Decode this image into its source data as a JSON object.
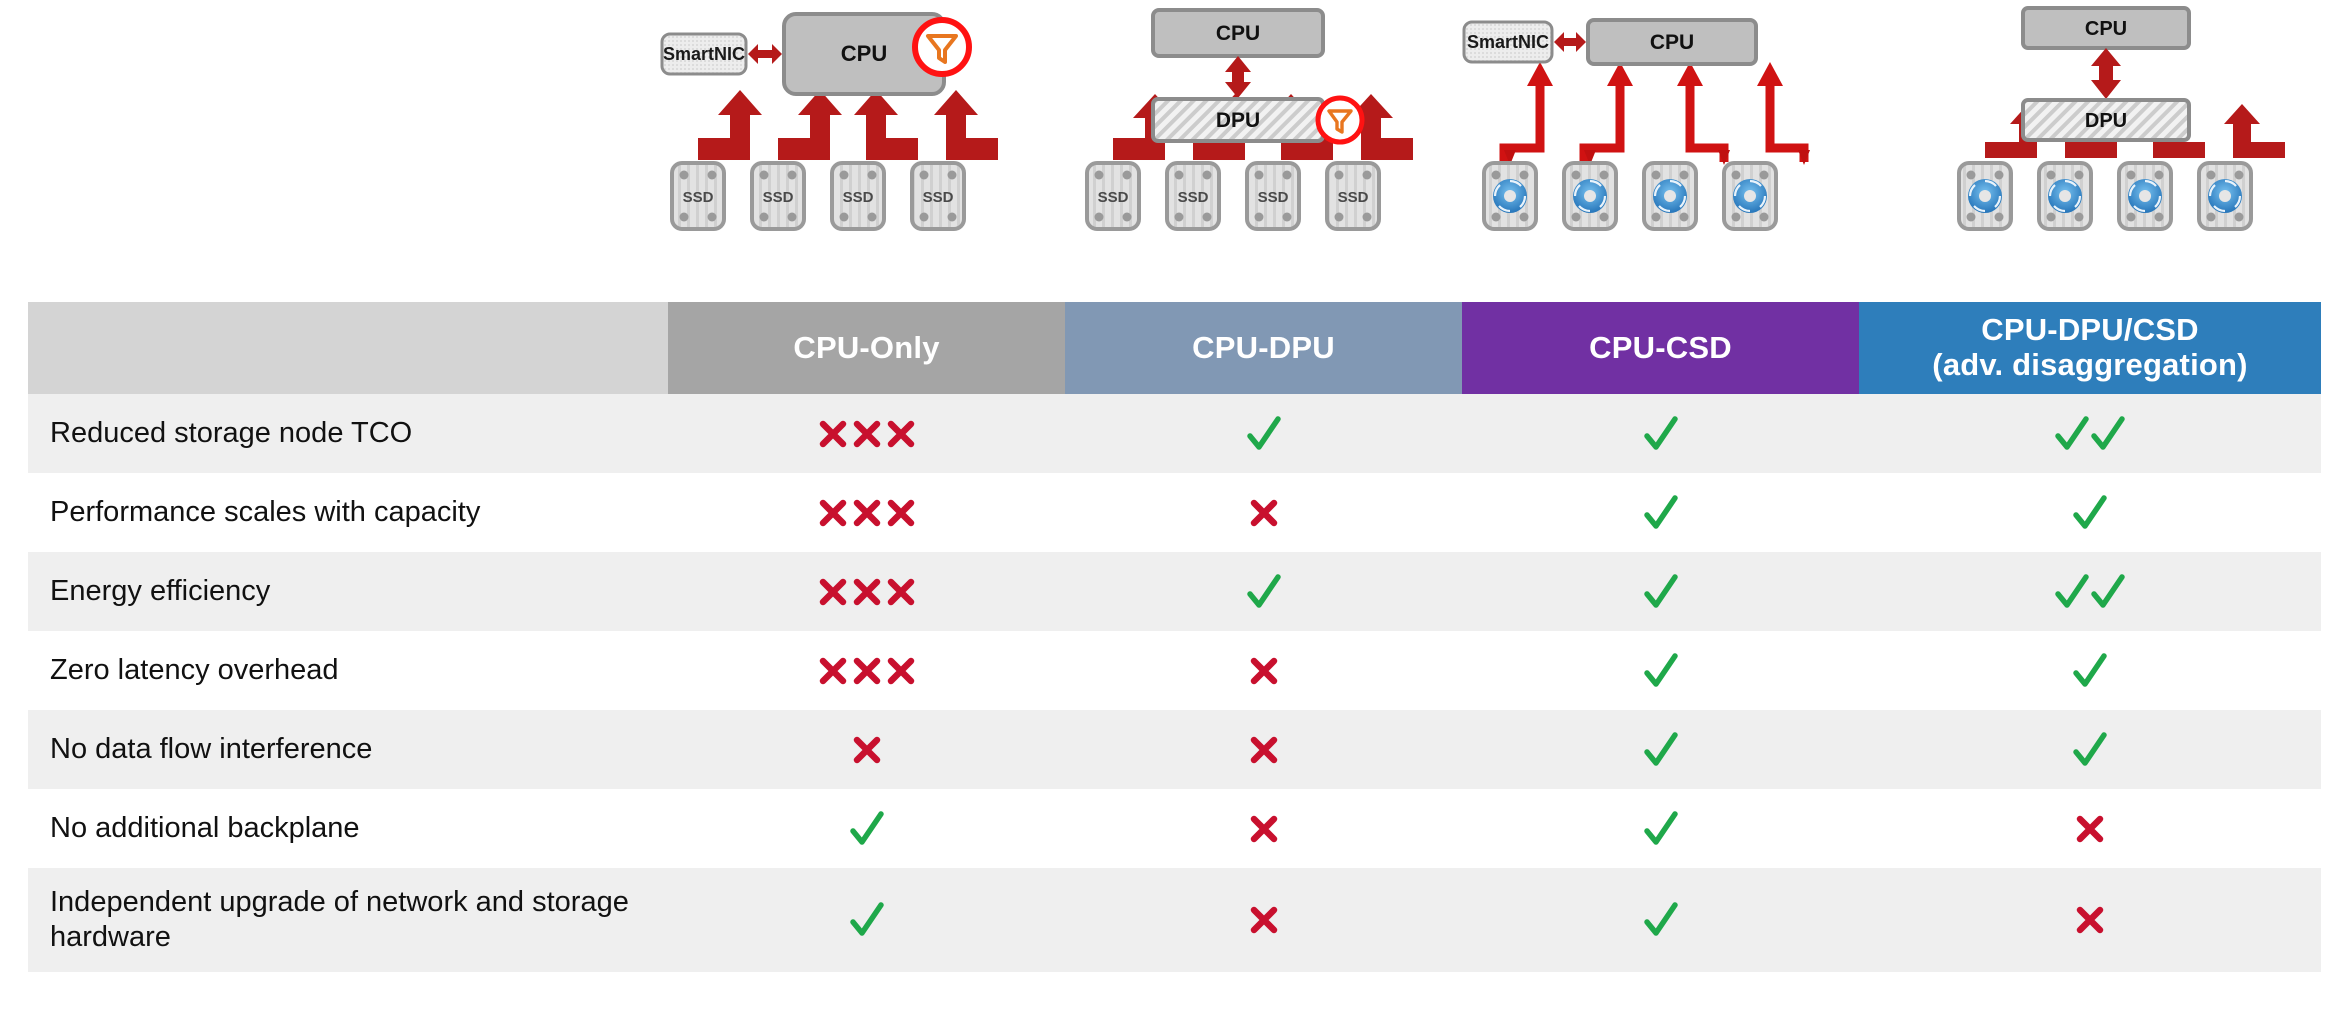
{
  "diagrams": [
    {
      "id": "cpu-only",
      "name": "CPU-Only architecture",
      "smartnic_label": "SmartNIC",
      "cpu_label": "CPU",
      "dpu_label": null,
      "drive_label": "SSD",
      "drive_count": 4,
      "drive_type": "ssd",
      "bottleneck_icon": "funnel-icon",
      "bottleneck_on": "cpu",
      "arrow_style": "thick",
      "has_smartnic": true
    },
    {
      "id": "cpu-dpu",
      "name": "CPU-DPU architecture",
      "smartnic_label": null,
      "cpu_label": "CPU",
      "dpu_label": "DPU",
      "drive_label": "SSD",
      "drive_count": 4,
      "drive_type": "ssd",
      "bottleneck_icon": "funnel-icon",
      "bottleneck_on": "dpu",
      "arrow_style": "thick",
      "has_smartnic": false
    },
    {
      "id": "cpu-csd",
      "name": "CPU-CSD architecture",
      "smartnic_label": "SmartNIC",
      "cpu_label": "CPU",
      "dpu_label": null,
      "drive_label": "",
      "drive_count": 4,
      "drive_type": "csd",
      "bottleneck_icon": null,
      "bottleneck_on": null,
      "arrow_style": "thin",
      "has_smartnic": true
    },
    {
      "id": "cpu-dpu-csd",
      "name": "CPU-DPU/CSD advanced disaggregation architecture",
      "smartnic_label": null,
      "cpu_label": "CPU",
      "dpu_label": "DPU",
      "drive_label": "",
      "drive_count": 4,
      "drive_type": "csd",
      "bottleneck_icon": null,
      "bottleneck_on": null,
      "arrow_style": "thin",
      "has_smartnic": false
    }
  ],
  "table": {
    "headers": [
      {
        "label": "",
        "color": "#d4d4d4"
      },
      {
        "label": "CPU-Only",
        "color": "#a5a5a5"
      },
      {
        "label": "CPU-DPU",
        "color": "#8198b4"
      },
      {
        "label": "CPU-CSD",
        "color": "#7130a3"
      },
      {
        "label_line1": "CPU-DPU/CSD",
        "label_line2": "(adv. disaggregation)",
        "color": "#2e7ebb"
      }
    ],
    "rows": [
      {
        "label": "Reduced storage node TCO",
        "marks": [
          {
            "type": "cross",
            "count": 3
          },
          {
            "type": "check",
            "count": 1
          },
          {
            "type": "check",
            "count": 1
          },
          {
            "type": "check",
            "count": 2
          }
        ]
      },
      {
        "label": "Performance scales with capacity",
        "marks": [
          {
            "type": "cross",
            "count": 3
          },
          {
            "type": "cross",
            "count": 1
          },
          {
            "type": "check",
            "count": 1
          },
          {
            "type": "check",
            "count": 1
          }
        ]
      },
      {
        "label": "Energy efficiency",
        "marks": [
          {
            "type": "cross",
            "count": 3
          },
          {
            "type": "check",
            "count": 1
          },
          {
            "type": "check",
            "count": 1
          },
          {
            "type": "check",
            "count": 2
          }
        ]
      },
      {
        "label": "Zero latency overhead",
        "marks": [
          {
            "type": "cross",
            "count": 3
          },
          {
            "type": "cross",
            "count": 1
          },
          {
            "type": "check",
            "count": 1
          },
          {
            "type": "check",
            "count": 1
          }
        ]
      },
      {
        "label": "No data flow interference",
        "marks": [
          {
            "type": "cross",
            "count": 1
          },
          {
            "type": "cross",
            "count": 1
          },
          {
            "type": "check",
            "count": 1
          },
          {
            "type": "check",
            "count": 1
          }
        ]
      },
      {
        "label": "No additional backplane",
        "marks": [
          {
            "type": "check",
            "count": 1
          },
          {
            "type": "cross",
            "count": 1
          },
          {
            "type": "check",
            "count": 1
          },
          {
            "type": "cross",
            "count": 1
          }
        ]
      },
      {
        "label": "Independent upgrade of network and storage hardware",
        "marks": [
          {
            "type": "check",
            "count": 1
          },
          {
            "type": "cross",
            "count": 1
          },
          {
            "type": "check",
            "count": 1
          },
          {
            "type": "cross",
            "count": 1
          }
        ]
      }
    ]
  },
  "colors": {
    "check_green": "#1fa84a",
    "cross_red": "#c8102e",
    "arrow_red": "#b51a1a",
    "thin_arrow_red": "#d01212",
    "bottleneck_circle": "#ff1212",
    "funnel_orange": "#e8761f",
    "box_fill": "#bfbfbf",
    "box_stroke": "#7f7f7f",
    "smartnic_fill": "#ededed",
    "header_blank": "#d4d4d4",
    "header_cpu_only": "#a5a5a5",
    "header_cpu_dpu": "#8198b4",
    "header_cpu_csd": "#7130a3",
    "header_cpu_dpu_csd": "#2e7ebb",
    "row_odd": "#efefef",
    "row_even": "#ffffff",
    "grid_line": "#bfbfbf"
  }
}
